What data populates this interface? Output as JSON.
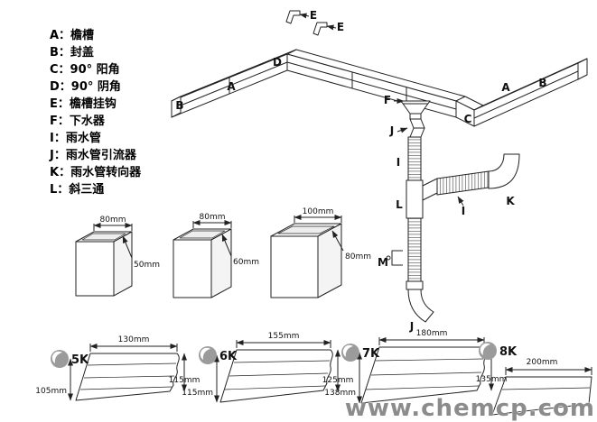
{
  "legend": {
    "items": [
      {
        "label": "A：檐槽"
      },
      {
        "label": "B：封盖"
      },
      {
        "label": "C：90° 阳角"
      },
      {
        "label": "D：90° 阴角"
      },
      {
        "label": "E：檐槽挂钩"
      },
      {
        "label": "F：下水器"
      },
      {
        "label": "I：雨水管"
      },
      {
        "label": "J：雨水管引流器"
      },
      {
        "label": "K：雨水管转向器"
      },
      {
        "label": "L：斜三通"
      }
    ]
  },
  "diagram": {
    "labels": {
      "e1": "E",
      "e2": "E",
      "d": "D",
      "a_left": "A",
      "b_left": "B",
      "f": "F",
      "c": "C",
      "a_right": "A",
      "b_right": "B",
      "j_top": "J",
      "i_pipe": "I",
      "l": "L",
      "i_branch": "I",
      "k": "K",
      "m": "M",
      "j_bottom": "J"
    }
  },
  "downspouts": [
    {
      "width": "80mm",
      "depth": "50mm"
    },
    {
      "width": "80mm",
      "depth": "60mm"
    },
    {
      "width": "100mm",
      "depth": "80mm"
    }
  ],
  "profiles": [
    {
      "name": "5K",
      "top_width": "130mm",
      "right_height": "115mm",
      "left_height": "105mm"
    },
    {
      "name": "6K",
      "top_width": "155mm",
      "right_height": "125mm",
      "left_height": "115mm"
    },
    {
      "name": "7K",
      "top_width": "180mm",
      "right_height": "135mm",
      "left_height": "138mm"
    },
    {
      "name": "8K",
      "top_width": "200mm"
    }
  ],
  "watermark": "www.chemcp.com"
}
